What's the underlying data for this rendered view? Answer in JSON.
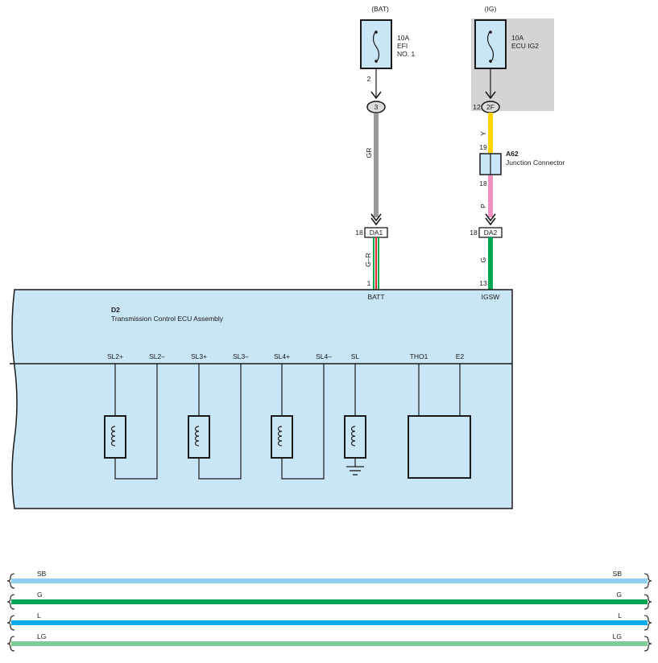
{
  "fuses": {
    "bat": {
      "source": "(BAT)",
      "rating": "10A",
      "name_line1": "EFI",
      "name_line2": "NO. 1",
      "pin": "2",
      "connector": "3"
    },
    "ig": {
      "source": "(IG)",
      "rating": "10A",
      "name_line1": "ECU IG2",
      "pin": "12",
      "connector": "2F"
    }
  },
  "wires": {
    "bat_upper": {
      "color_code": "GR",
      "color": "#9a9a9a"
    },
    "bat_lower": {
      "color_code": "G–R"
    },
    "ig_upper": {
      "color_code": "Y",
      "color": "#ffd400"
    },
    "ig_mid": {
      "color_code": "P",
      "color": "#f090c0"
    },
    "ig_lower": {
      "color_code": "G",
      "color": "#00a651"
    }
  },
  "junction": {
    "id": "A62",
    "name": "Junction Connector",
    "pin_in": "19",
    "pin_out": "18"
  },
  "connectors": {
    "da1": {
      "label": "DA1",
      "pin": "18"
    },
    "da2": {
      "label": "DA2",
      "pin": "18"
    }
  },
  "ecu": {
    "id": "D2",
    "name": "Transmission Control ECU Assembly",
    "fill": "#c8e6f5",
    "batt_pin": "1",
    "batt_label": "BATT",
    "igsw_pin": "13",
    "igsw_label": "IGSW",
    "terminals": [
      "SL2+",
      "SL2–",
      "SL3+",
      "SL3–",
      "SL4+",
      "SL4–",
      "SL",
      "THO1",
      "E2"
    ]
  },
  "bottom_wires": [
    {
      "code": "SB",
      "color": "#90d0f0"
    },
    {
      "code": "G",
      "color": "#00a651"
    },
    {
      "code": "L",
      "color": "#00aeef"
    },
    {
      "code": "LG",
      "color": "#80cc99"
    }
  ]
}
